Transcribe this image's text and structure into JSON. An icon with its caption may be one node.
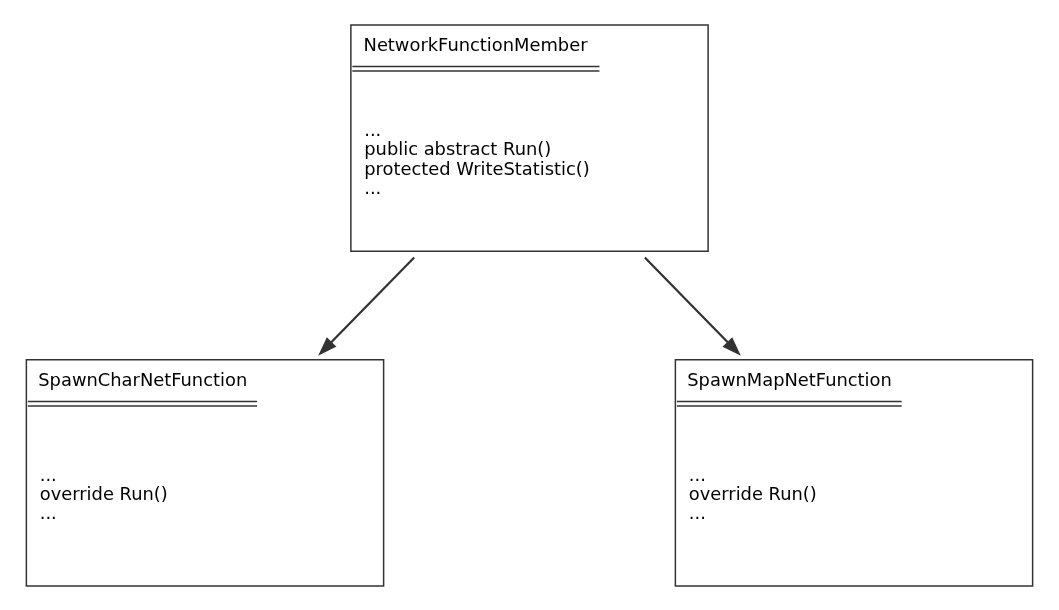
{
  "diagram": {
    "nodes": [
      {
        "text": [
          "NetworkFunctionMember",
          "...",
          "public abstract Run()",
          "protected WriteStatistic()",
          "..."
        ]
      },
      {
        "text": [
          "SpawnCharNetFunction",
          "...",
          "override Run()",
          "..."
        ]
      },
      {
        "text": [
          "SpawnMapNetFunction",
          "...",
          "override Run()",
          "..."
        ]
      }
    ],
    "edges": [
      {
        "from": 0,
        "to": 1,
        "arrow": "to"
      },
      {
        "from": 0,
        "to": 2,
        "arrow": "to"
      }
    ]
  }
}
